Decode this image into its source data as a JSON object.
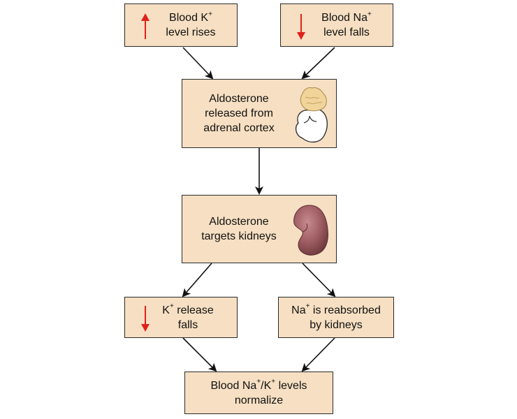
{
  "nodes": {
    "k_rise": {
      "line1_pre": "Blood K",
      "line1_sup": "+",
      "line1_post": "",
      "line2": "level rises",
      "indicator": "up-arrow",
      "indicator_color": "#e0201b"
    },
    "na_fall": {
      "line1_pre": "Blood Na",
      "line1_sup": "+",
      "line1_post": "",
      "line2": "level falls",
      "indicator": "down-arrow",
      "indicator_color": "#e0201b"
    },
    "aldo_release": {
      "line1": "Aldosterone",
      "line2": "released from",
      "line3": "adrenal cortex",
      "image": "adrenal-gland"
    },
    "aldo_target": {
      "line1": "Aldosterone",
      "line2": "targets kidneys",
      "image": "kidney"
    },
    "k_release": {
      "line1_pre": "K",
      "line1_sup": "+",
      "line1_post": " release",
      "line2": "falls",
      "indicator": "down-arrow",
      "indicator_color": "#e0201b"
    },
    "na_reabsorb": {
      "line1_pre": "Na",
      "line1_sup": "+",
      "line1_post": " is reabsorbed",
      "line2": "by kidneys"
    },
    "normalize": {
      "line1_pre": "Blood Na",
      "line1_sup": "+",
      "line1_mid": "/K",
      "line1_sup2": "+",
      "line1_post": " levels",
      "line2": "normalize"
    }
  },
  "colors": {
    "box_fill": "#f6dfc2",
    "box_border": "#2a2a2a",
    "arrow": "#111111",
    "indicator_red": "#e0201b",
    "adrenal_cap": "#f0d49a",
    "kidney": "#9b5a5f"
  },
  "connectors": [
    {
      "from": "k_rise",
      "to": "aldo_release"
    },
    {
      "from": "na_fall",
      "to": "aldo_release"
    },
    {
      "from": "aldo_release",
      "to": "aldo_target"
    },
    {
      "from": "aldo_target",
      "to": "k_release"
    },
    {
      "from": "aldo_target",
      "to": "na_reabsorb"
    },
    {
      "from": "k_release",
      "to": "normalize"
    },
    {
      "from": "na_reabsorb",
      "to": "normalize"
    }
  ]
}
